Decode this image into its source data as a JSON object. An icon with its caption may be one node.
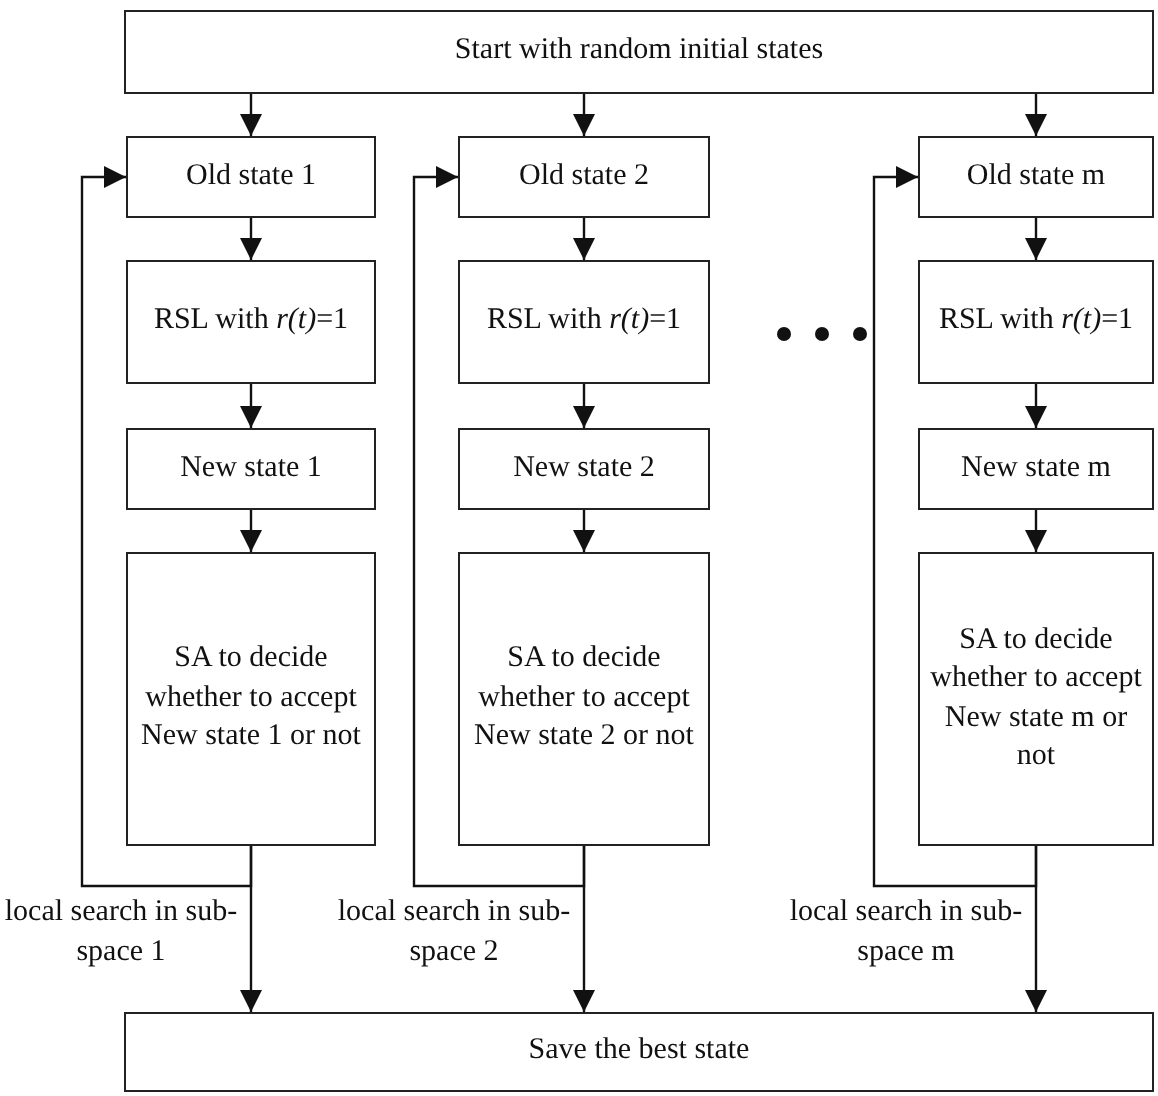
{
  "diagram": {
    "nodes": [
      {
        "text": [
          "Start with random initial states"
        ]
      },
      {
        "text": [
          "Old state 1"
        ]
      },
      {
        "text": [
          "RSL with *r(t)*=1"
        ]
      },
      {
        "text": [
          "New state 1"
        ]
      },
      {
        "text": [
          "SA to decide whether to accept  New state 1 or not"
        ]
      },
      {
        "text": [
          "Old state 2"
        ]
      },
      {
        "text": [
          "RSL with *r(t)*=1"
        ]
      },
      {
        "text": [
          "New state 2"
        ]
      },
      {
        "text": [
          "SA to decide whether to accept  New state 2 or not"
        ]
      },
      {
        "text": [
          "Old state m"
        ]
      },
      {
        "text": [
          "RSL with *r(t)*=1"
        ]
      },
      {
        "text": [
          "New state m"
        ]
      },
      {
        "text": [
          "SA to decide whether to accept  New state m or not"
        ]
      },
      {
        "text": [
          "Save the best state"
        ]
      }
    ],
    "edges": [
      {
        "from": 0,
        "to": 1,
        "arrow": "to"
      },
      {
        "from": 1,
        "to": 2,
        "arrow": "to"
      },
      {
        "from": 2,
        "to": 3,
        "arrow": "to"
      },
      {
        "from": 3,
        "to": 4,
        "arrow": "to"
      },
      {
        "from": 4,
        "to": 1,
        "arrow": "to",
        "label": "local search in sub-space 1"
      },
      {
        "from": 4,
        "to": 13,
        "arrow": "to"
      },
      {
        "from": 0,
        "to": 5,
        "arrow": "to"
      },
      {
        "from": 5,
        "to": 6,
        "arrow": "to"
      },
      {
        "from": 6,
        "to": 7,
        "arrow": "to"
      },
      {
        "from": 7,
        "to": 8,
        "arrow": "to"
      },
      {
        "from": 8,
        "to": 5,
        "arrow": "to",
        "label": "local search in sub-space 2"
      },
      {
        "from": 8,
        "to": 13,
        "arrow": "to"
      },
      {
        "from": 0,
        "to": 9,
        "arrow": "to"
      },
      {
        "from": 9,
        "to": 10,
        "arrow": "to"
      },
      {
        "from": 10,
        "to": 11,
        "arrow": "to"
      },
      {
        "from": 11,
        "to": 12,
        "arrow": "to"
      },
      {
        "from": 12,
        "to": 9,
        "arrow": "to",
        "label": "local search in sub-space m"
      },
      {
        "from": 12,
        "to": 13,
        "arrow": "to"
      }
    ]
  }
}
